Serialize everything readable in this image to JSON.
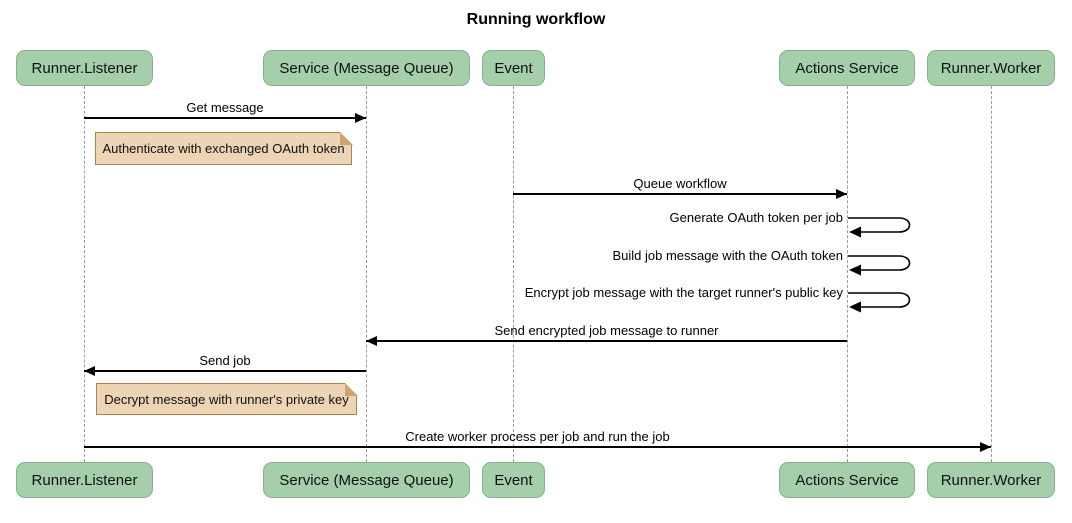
{
  "title": "Running workflow",
  "colors": {
    "actor_fill": "#A4CFAA",
    "actor_border": "#84B28D",
    "note_fill": "#ECD4B4",
    "note_border": "#A9824E",
    "lifeline": "#999999",
    "line": "#000000",
    "background": "#ffffff"
  },
  "participants": [
    {
      "label": "Runner.Listener"
    },
    {
      "label": "Service (Message Queue)"
    },
    {
      "label": "Event"
    },
    {
      "label": "Actions Service"
    },
    {
      "label": "Runner.Worker"
    }
  ],
  "messages": {
    "get_message": {
      "label": "Get message",
      "from": "Runner.Listener",
      "to": "Service (Message Queue)"
    },
    "queue_workflow": {
      "label": "Queue workflow",
      "from": "Event",
      "to": "Actions Service"
    },
    "generate_token": {
      "label": "Generate OAuth token per job",
      "from": "Actions Service",
      "to": "Actions Service"
    },
    "build_job": {
      "label": "Build job message with the OAuth token",
      "from": "Actions Service",
      "to": "Actions Service"
    },
    "encrypt_job": {
      "label": "Encrypt job message with the target runner's public key",
      "from": "Actions Service",
      "to": "Actions Service"
    },
    "send_encrypted": {
      "label": "Send encrypted job message to runner",
      "from": "Actions Service",
      "to": "Service (Message Queue)"
    },
    "send_job": {
      "label": "Send job",
      "from": "Service (Message Queue)",
      "to": "Runner.Listener"
    },
    "create_worker": {
      "label": "Create worker process per job and run the job",
      "from": "Runner.Listener",
      "to": "Runner.Worker"
    }
  },
  "notes": {
    "auth": {
      "label": "Authenticate with exchanged OAuth token",
      "over": "Runner.Listener"
    },
    "decrypt": {
      "label": "Decrypt message with runner's private key",
      "over": "Runner.Listener"
    }
  }
}
